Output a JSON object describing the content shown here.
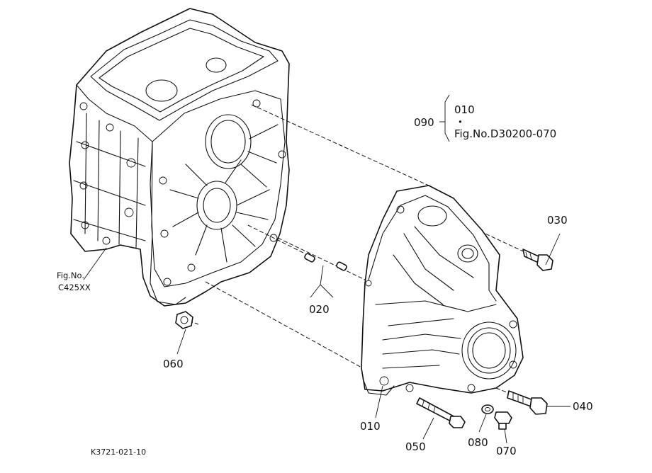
{
  "diagram": {
    "drawing_code": "K3721-021-10",
    "ref_fig": {
      "line1": "Fig.No.",
      "line2": "C425XX"
    },
    "callouts": {
      "p010": "010",
      "p020": "020",
      "p030": "030",
      "p040": "040",
      "p050": "050",
      "p060": "060",
      "p070": "070",
      "p080": "080",
      "p090": "090"
    },
    "bracket_group": {
      "item": "010",
      "dot": "•",
      "fig_ref": "Fig.No.D30200-070"
    }
  }
}
